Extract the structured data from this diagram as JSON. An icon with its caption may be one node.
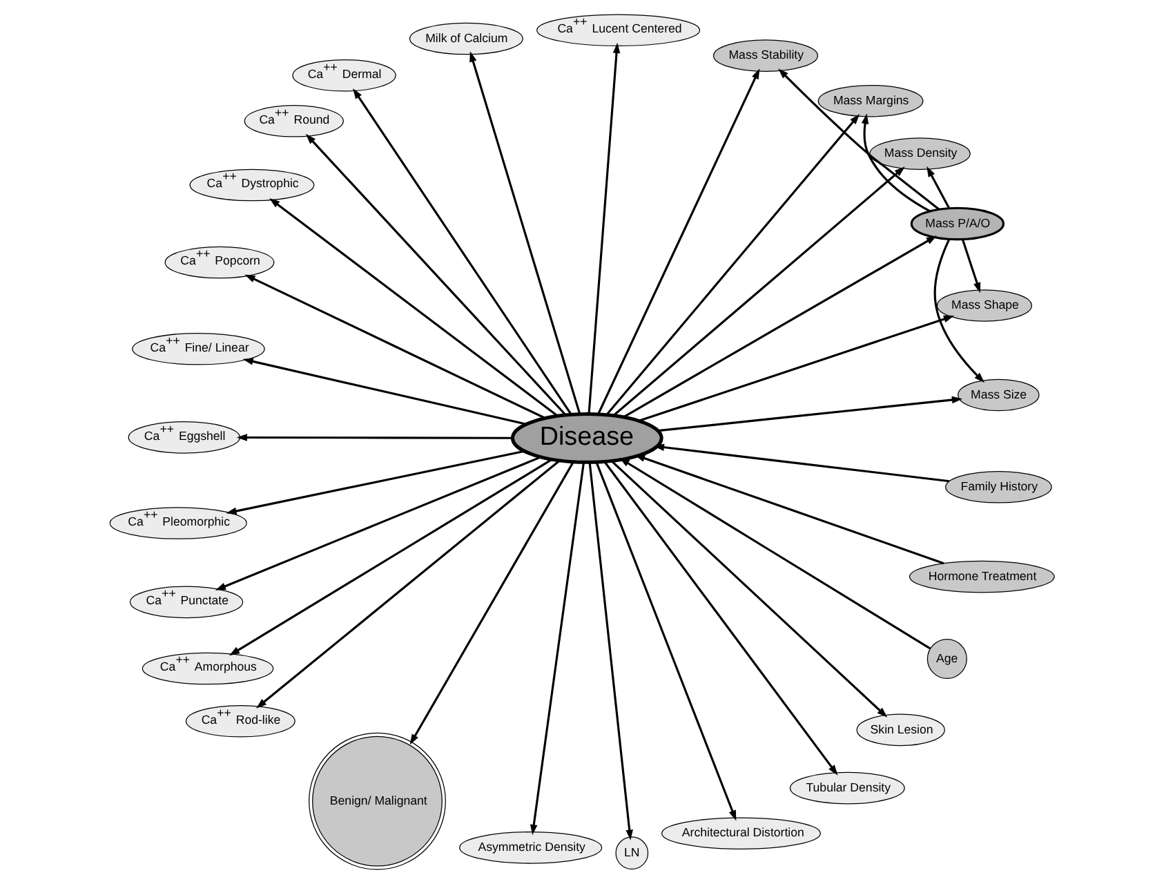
{
  "diagram": {
    "nodes": [
      {
        "text": [
          "Mass Stability"
        ]
      },
      {
        "text": [
          "Ca$^{++}$ Lucent Centered"
        ]
      },
      {
        "text": [
          "Milk of Calcium"
        ]
      },
      {
        "text": [
          "Mass Margins"
        ]
      },
      {
        "text": [
          "Ca$^{++}$ Dermal"
        ]
      },
      {
        "text": [
          "Mass Density"
        ]
      },
      {
        "text": [
          "Ca$^{++}$ Round"
        ]
      },
      {
        "text": [
          "Mass Shape"
        ]
      },
      {
        "text": [
          "Ca$^{++}$ Dystrophic"
        ]
      },
      {
        "text": [
          "Mass Size"
        ]
      },
      {
        "text": [
          "Ca$^{++}$ Popcorn"
        ]
      },
      {
        "text": [
          "Mass P/A/O"
        ]
      },
      {
        "text": [
          "Disease"
        ]
      },
      {
        "text": [
          "Ca$^{++}$ Fine/ Linear"
        ]
      },
      {
        "text": [
          "Skin Lesion"
        ]
      },
      {
        "text": [
          "Tubular Density"
        ]
      },
      {
        "text": [
          "Ca$^{++}$ Eggshell"
        ]
      },
      {
        "text": [
          "Architectural Distortion"
        ]
      },
      {
        "text": [
          "Ca$^{++}$ Pleomorphic"
        ]
      },
      {
        "text": [
          "Ca$^{++}$ Punctate"
        ]
      },
      {
        "text": [
          "Family History"
        ]
      },
      {
        "text": [
          "Age"
        ]
      },
      {
        "text": [
          "LN"
        ]
      },
      {
        "text": [
          "Benign/ Malignant"
        ]
      },
      {
        "text": [
          "Ca$^{++}$ Amorphous"
        ]
      },
      {
        "text": [
          "Hormone Treatment"
        ]
      },
      {
        "text": [
          "Asymmetric Density"
        ]
      },
      {
        "text": [
          "Ca$^{++}$ Rod-like"
        ]
      }
    ],
    "edges": [
      {
        "from": 12,
        "to": 9,
        "arrow": "to"
      },
      {
        "from": 12,
        "to": 7,
        "arrow": "to"
      },
      {
        "from": 12,
        "to": 11,
        "arrow": "to"
      },
      {
        "from": 12,
        "to": 5,
        "arrow": "to"
      },
      {
        "from": 12,
        "to": 3,
        "arrow": "to"
      },
      {
        "from": 12,
        "to": 0,
        "arrow": "to"
      },
      {
        "from": 12,
        "to": 1,
        "arrow": "to"
      },
      {
        "from": 12,
        "to": 2,
        "arrow": "to"
      },
      {
        "from": 12,
        "to": 4,
        "arrow": "to"
      },
      {
        "from": 12,
        "to": 6,
        "arrow": "to"
      },
      {
        "from": 12,
        "to": 8,
        "arrow": "to"
      },
      {
        "from": 12,
        "to": 10,
        "arrow": "to"
      },
      {
        "from": 12,
        "to": 13,
        "arrow": "to"
      },
      {
        "from": 12,
        "to": 16,
        "arrow": "to"
      },
      {
        "from": 12,
        "to": 18,
        "arrow": "to"
      },
      {
        "from": 12,
        "to": 19,
        "arrow": "to"
      },
      {
        "from": 12,
        "to": 24,
        "arrow": "to"
      },
      {
        "from": 12,
        "to": 27,
        "arrow": "to"
      },
      {
        "from": 12,
        "to": 23,
        "arrow": "to"
      },
      {
        "from": 21,
        "to": 12,
        "arrow": "to"
      },
      {
        "from": 25,
        "to": 12,
        "arrow": "to"
      },
      {
        "from": 20,
        "to": 12,
        "arrow": "to"
      },
      {
        "from": 12,
        "to": 26,
        "arrow": "to"
      },
      {
        "from": 12,
        "to": 22,
        "arrow": "to"
      },
      {
        "from": 12,
        "to": 17,
        "arrow": "to"
      },
      {
        "from": 12,
        "to": 15,
        "arrow": "to"
      },
      {
        "from": 12,
        "to": 14,
        "arrow": "to"
      },
      {
        "from": 11,
        "to": 9,
        "arrow": "to"
      },
      {
        "from": 11,
        "to": 7,
        "arrow": "to"
      },
      {
        "from": 11,
        "to": 5,
        "arrow": "to"
      },
      {
        "from": 11,
        "to": 3,
        "arrow": "to"
      },
      {
        "from": 11,
        "to": 0,
        "arrow": "to"
      }
    ]
  }
}
